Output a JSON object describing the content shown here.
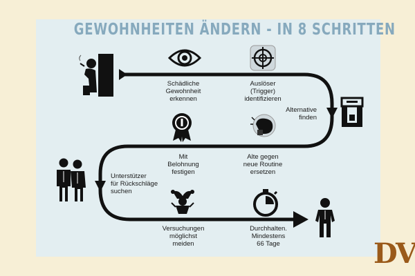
{
  "title": "GEWOHNHEITEN ÄNDERN - IN 8 SCHRITTEN",
  "steps": [
    {
      "text": "Schädliche\nGewohnheit\nerkennen",
      "icon": "eye-icon"
    },
    {
      "text": "Auslöser\n(Trigger)\nidentifizieren",
      "icon": "target-icon"
    },
    {
      "text": "Alternative\nfinden",
      "icon": "coffee-machine-icon"
    },
    {
      "text": "Alte gegen\nneue Routine\nersetzen",
      "icon": "boxing-glove-icon"
    },
    {
      "text": "Mit\nBelohnung\nfestigen",
      "icon": "award-badge-icon"
    },
    {
      "text": "Unterstützer\nfür Rückschläge\nsuchen",
      "icon": "supporters-icon"
    },
    {
      "text": "Versuchungen\nmöglichst\nmeiden",
      "icon": "jester-icon"
    },
    {
      "text": "Durchhalten.\nMindestens\n66 Tage",
      "icon": "stopwatch-icon"
    }
  ],
  "figures": {
    "start": "smoking-man-icon",
    "end": "standing-man-icon"
  },
  "logo": "DV",
  "colors": {
    "background": "#f7efd6",
    "panel": "#e3eef1",
    "title": "#86a9bd",
    "arrow": "#111111",
    "logo": "#9a5a1a"
  }
}
